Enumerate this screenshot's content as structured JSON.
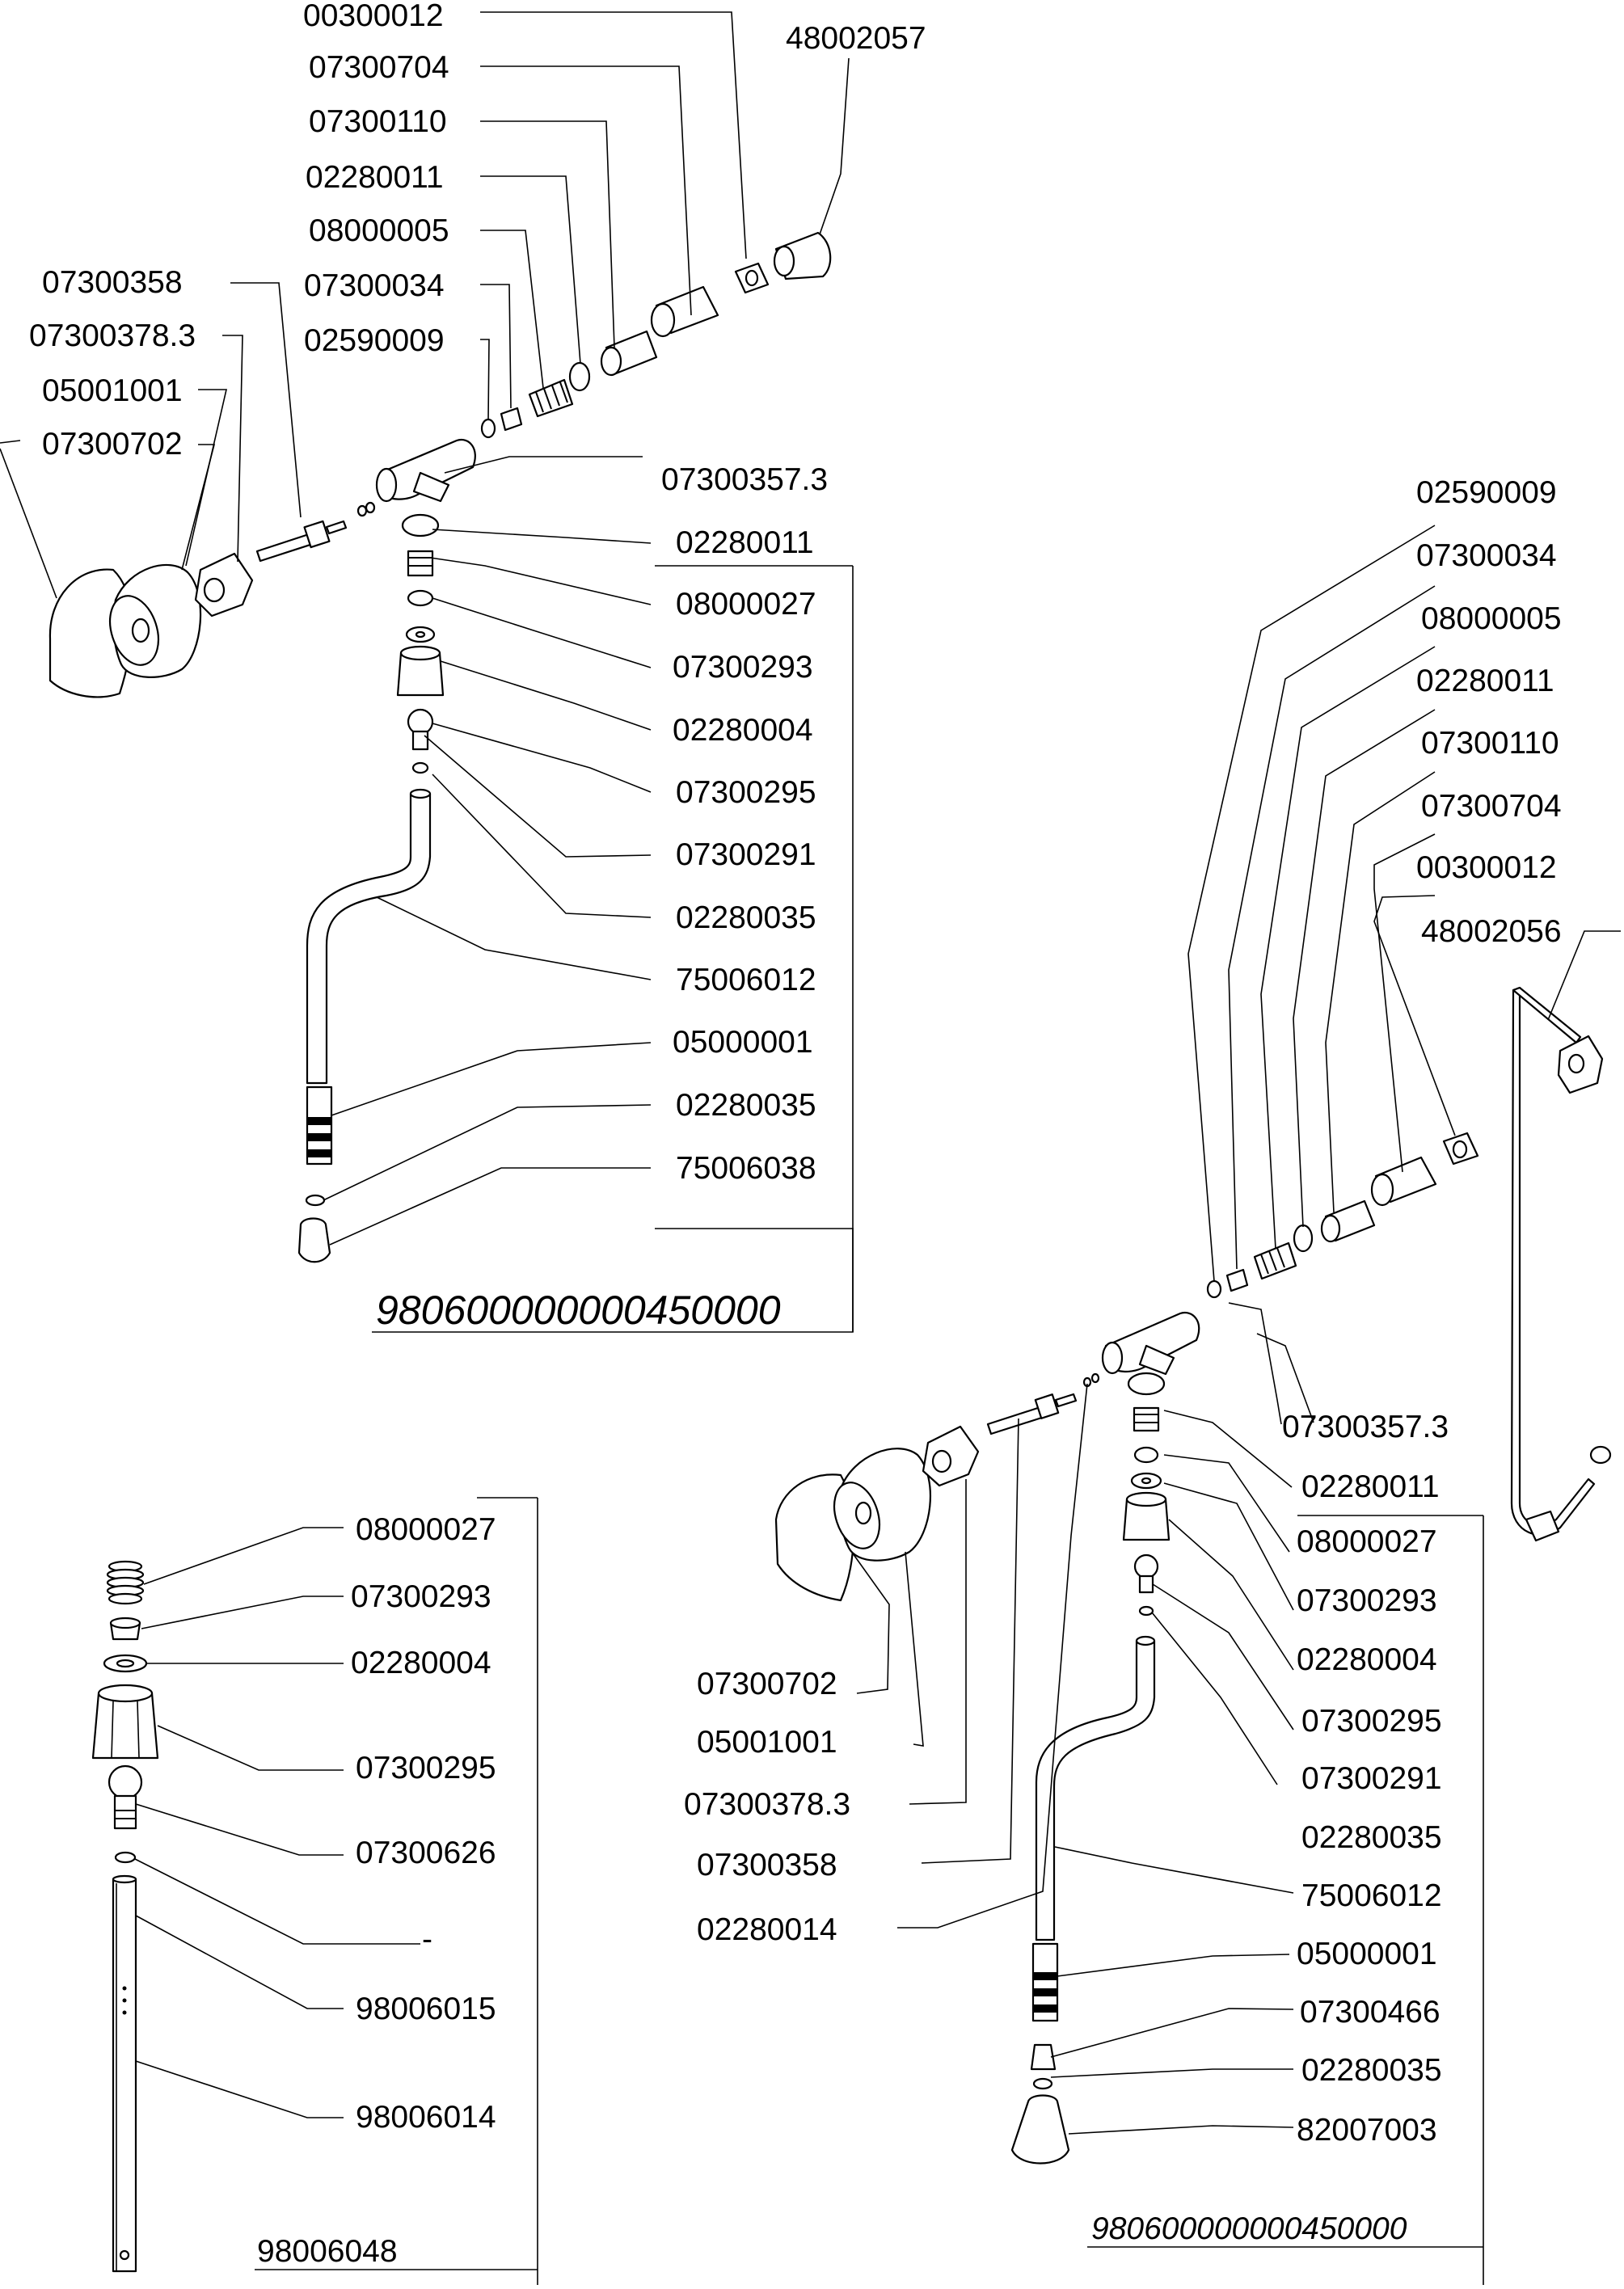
{
  "assembly_top_left": {
    "part_number": "980600000000450000",
    "labels_upper": [
      "00300012",
      "07300704",
      "07300110",
      "02280011",
      "08000005",
      "07300034",
      "02590009",
      "48002057",
      "07300358",
      "07300378.3",
      "05001001",
      "07300702",
      "07300357.3"
    ],
    "labels_list": [
      "02280011",
      "08000027",
      "07300293",
      "02280004",
      "07300295",
      "07300291",
      "02280035",
      "75006012",
      "05000001",
      "02280035",
      "75006038"
    ]
  },
  "assembly_right": {
    "part_number": "980600000000450000",
    "labels_upper": [
      "02590009",
      "07300034",
      "08000005",
      "02280011",
      "07300110",
      "07300704",
      "00300012",
      "48002056"
    ],
    "labels_left": [
      "07300702",
      "05001001",
      "07300378.3",
      "07300358",
      "02280014"
    ],
    "labels_list": [
      "07300357.3",
      "02280011",
      "08000027",
      "07300293",
      "02280004",
      "07300295",
      "07300291",
      "02280035",
      "75006012",
      "05000001",
      "07300466",
      "02280035",
      "82007003"
    ]
  },
  "assembly_bottom_left": {
    "part_number": "98006048",
    "labels": [
      "08000027",
      "07300293",
      "02280004",
      "07300295",
      "07300626",
      "-",
      "98006015",
      "98006014"
    ]
  }
}
